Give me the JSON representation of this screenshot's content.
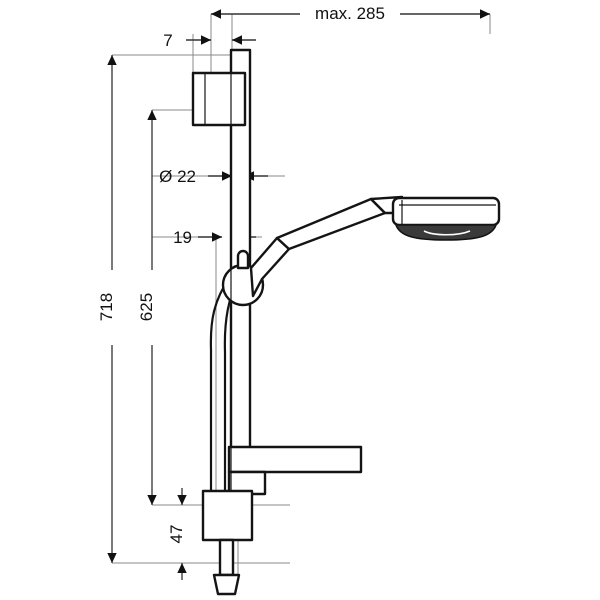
{
  "drawing": {
    "title": "Shower set technical dimension drawing",
    "units": "mm",
    "line_color": "#1a1a1a",
    "dimension_line_color": "#6e6e6e",
    "fill_color": "#ffffff",
    "spray_face_color": "#3a3a3a",
    "background": "#ffffff"
  },
  "dimensions": {
    "max_reach": {
      "label": "max. 285",
      "value": 285,
      "orientation": "horizontal",
      "position": "top"
    },
    "bracket_offset": {
      "label": "7",
      "value": 7,
      "orientation": "horizontal",
      "position": "top"
    },
    "bar_diameter": {
      "label": "Ø 22",
      "value": 22,
      "orientation": "horizontal",
      "position": "upper-left"
    },
    "slider_offset": {
      "label": "19",
      "value": 19,
      "orientation": "horizontal",
      "position": "middle-left"
    },
    "total_height": {
      "label": "718",
      "value": 718,
      "orientation": "vertical",
      "position": "far-left"
    },
    "bar_height": {
      "label": "625",
      "value": 625,
      "orientation": "vertical",
      "position": "left"
    },
    "bottom_offset": {
      "label": "47",
      "value": 47,
      "orientation": "vertical",
      "position": "bottom-left"
    }
  },
  "components": [
    {
      "name": "wall-bracket-top",
      "description": "Upper wall bracket block"
    },
    {
      "name": "shower-bar",
      "description": "Vertical slide bar"
    },
    {
      "name": "slider-holder",
      "description": "Round hand shower slider holder"
    },
    {
      "name": "hand-shower",
      "description": "Hand shower with flat round spray face"
    },
    {
      "name": "shower-hose",
      "description": "Flexible shower hose"
    },
    {
      "name": "soap-dish",
      "description": "Horizontal soap dish / shelf"
    },
    {
      "name": "wall-bracket-bottom",
      "description": "Lower wall bracket block"
    },
    {
      "name": "hose-nut",
      "description": "Hose connection nut at bottom"
    }
  ]
}
